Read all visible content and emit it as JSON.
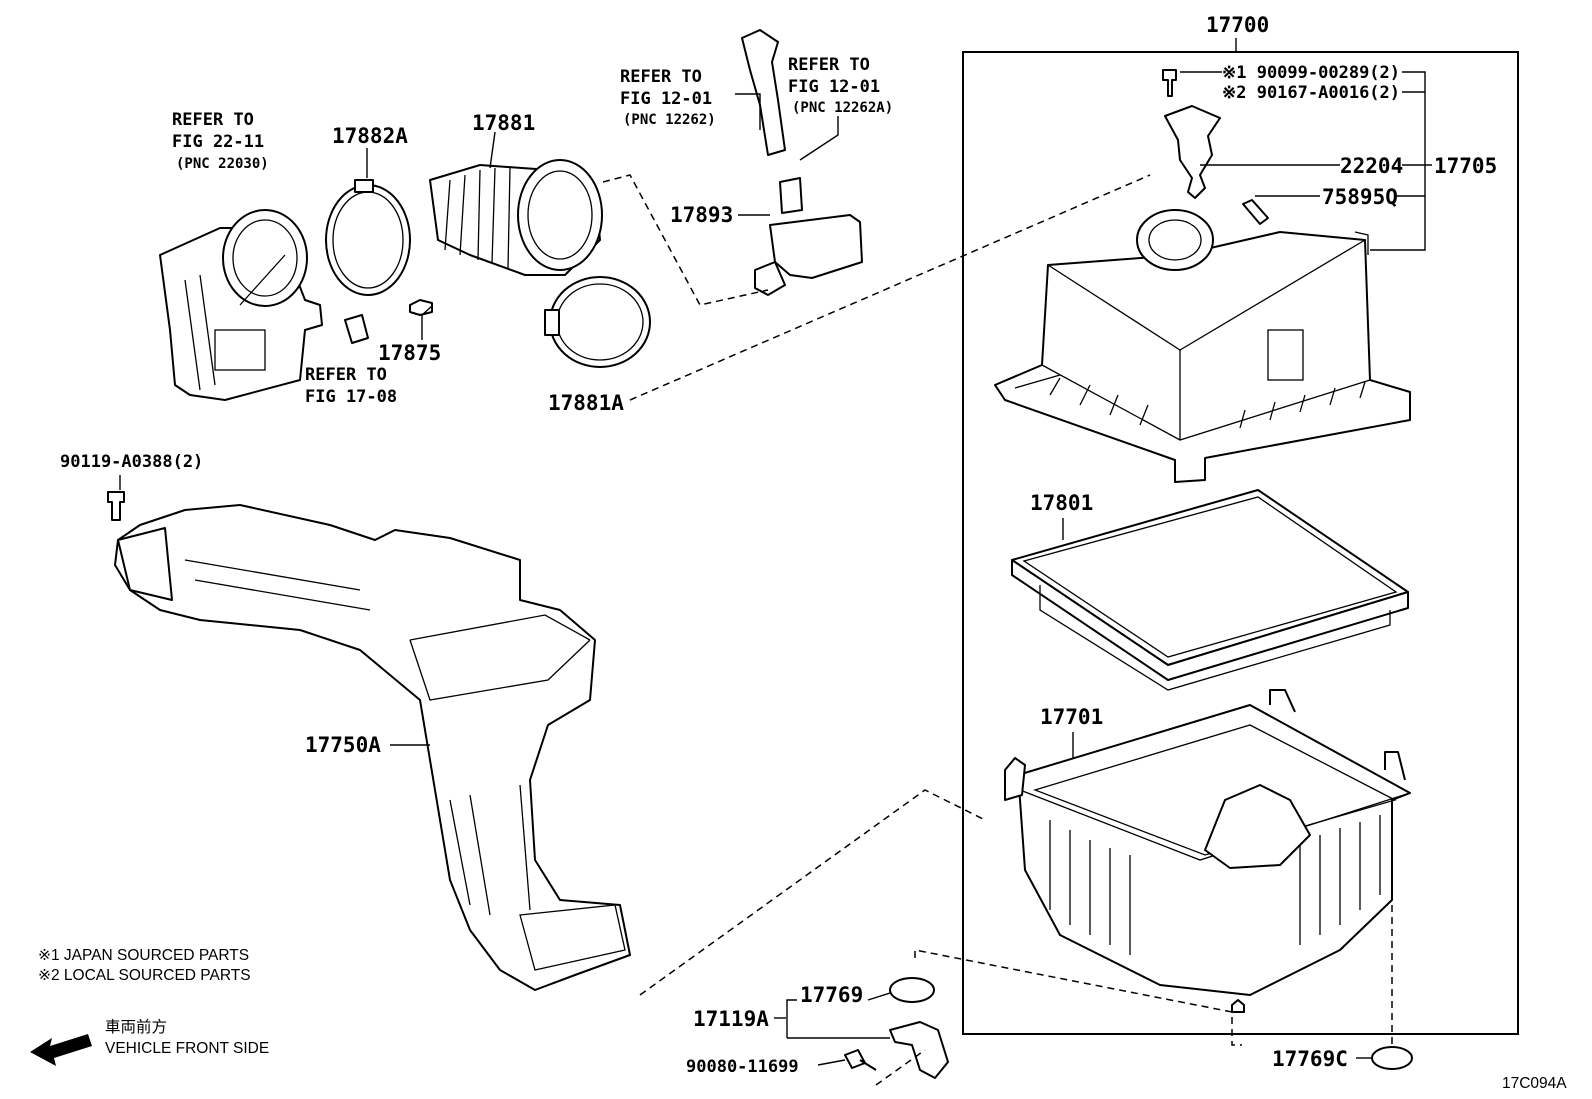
{
  "labels": {
    "p17700": "17700",
    "p17705": "17705",
    "p22204": "22204",
    "p75895q": "75895Q",
    "p90099a": "※1 90099-00289(2)",
    "p90099b": "※2 90167-A0016(2)",
    "p17801": "17801",
    "p17701": "17701",
    "p17769c": "17769C",
    "p17769": "17769",
    "p17119a": "17119A",
    "p90080": "90080-11699",
    "p17750a": "17750A",
    "p90119": "90119-A0388(2)",
    "p17881": "17881",
    "p17881a": "17881A",
    "p17882a": "17882A",
    "p17875": "17875",
    "p17893": "17893",
    "ref2211_1": "REFER TO",
    "ref2211_2": "FIG 22-11",
    "ref2211_3": "(PNC 22030)",
    "ref1708_1": "REFER TO",
    "ref1708_2": "FIG 17-08",
    "ref1201a_1": "REFER TO",
    "ref1201a_2": "FIG 12-01",
    "ref1201a_3": "(PNC 12262)",
    "ref1201b_1": "REFER TO",
    "ref1201b_2": "FIG 12-01",
    "ref1201b_3": "(PNC 12262A)",
    "diagram_id": "17C094A"
  },
  "notes": {
    "note1": "※1  JAPAN SOURCED PARTS",
    "note2": "※2  LOCAL SOURCED PARTS",
    "front_jp": "車両前方",
    "front_en": "VEHICLE FRONT SIDE"
  }
}
